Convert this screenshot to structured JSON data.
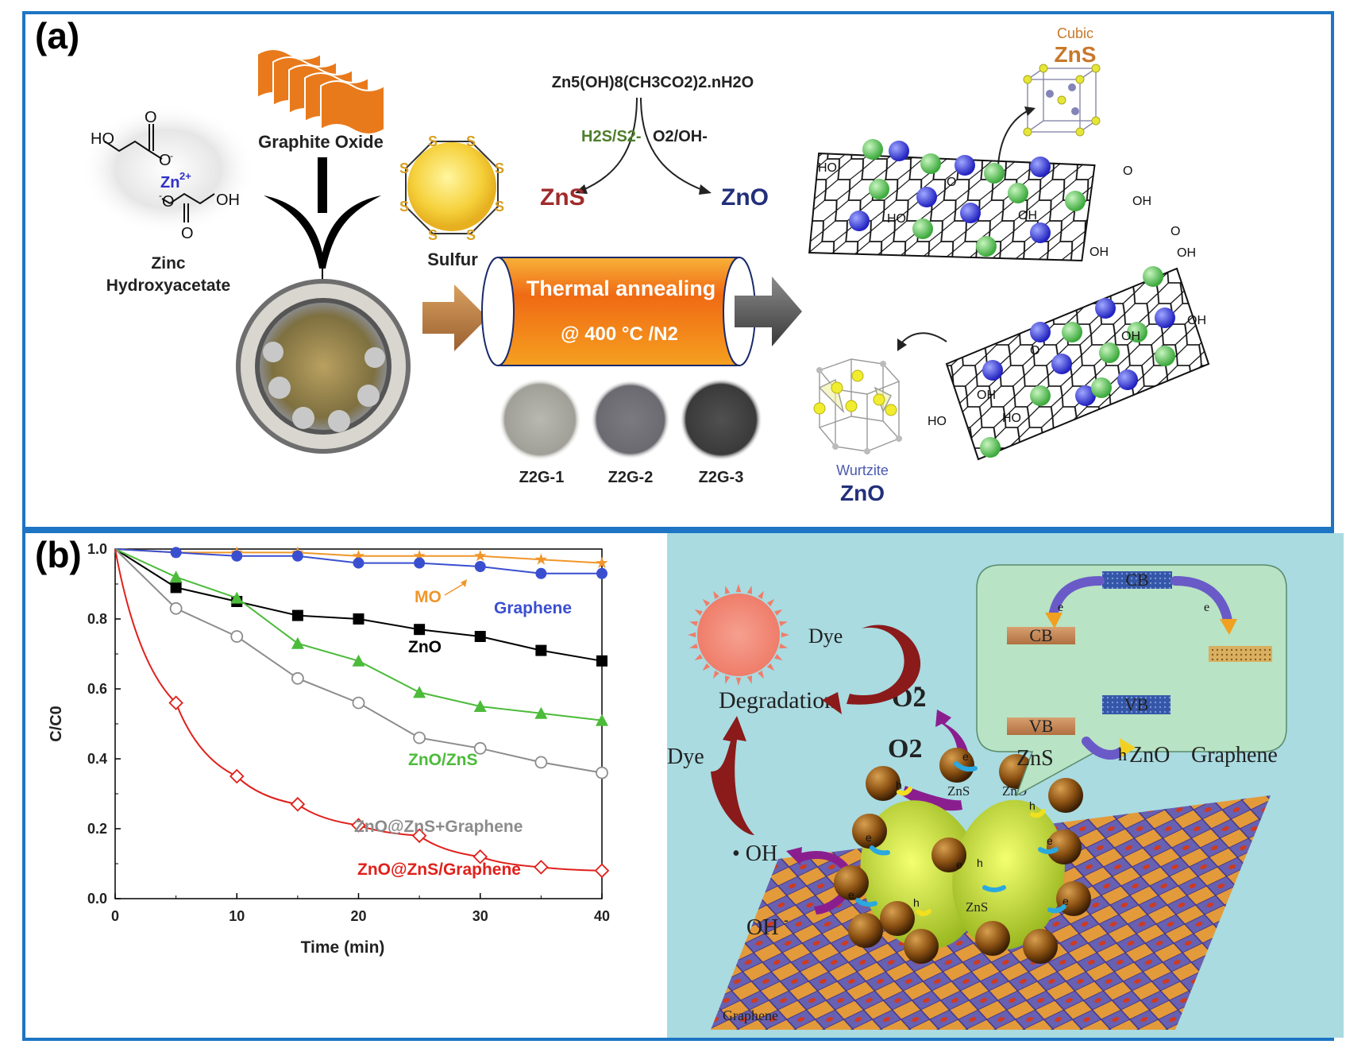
{
  "panel_a": {
    "label": "(a)",
    "graphite_oxide": "Graphite Oxide",
    "zinc_label_1": "Zinc",
    "zinc_label_2": "Hydroxyacetate",
    "zn_ion": "Zn",
    "zn_charge": "2+",
    "ho_top": "HO",
    "oh_bottom": "OH",
    "o_minus_top": "O",
    "o_minus_bottom": "O",
    "o_carbonyl": "O",
    "sulfur": "Sulfur",
    "sulfur_atom": "S",
    "precursor": "Zn5(OH)8(CH3CO2)2.nH2O",
    "h2s": "H2S/S2-",
    "o2oh": "O2/OH-",
    "zns_product": "ZnS",
    "zno_product": "ZnO",
    "thermal_1": "Thermal annealing",
    "thermal_2": "@ 400 °C /N2",
    "samples": [
      "Z2G-1",
      "Z2G-2",
      "Z2G-3"
    ],
    "cubic": "Cubic",
    "cubic_zns": "ZnS",
    "wurtzite": "Wurtzite",
    "wurtzite_zno": "ZnO",
    "graphene_groups": [
      "HO",
      "O",
      "OH",
      "HO",
      "OH",
      "OH",
      "O",
      "OH",
      "O",
      "OH",
      "OH",
      "OH",
      "HO",
      "HO",
      "O"
    ]
  },
  "panel_b": {
    "label": "(b)",
    "dye_top": "Dye",
    "degradation": "Degradation",
    "o2_radical": "O2",
    "o2": "O2",
    "dye_left": "Dye",
    "oh_radical": "• OH",
    "oh_minus": "OH",
    "graphene": "Graphene",
    "cb_top": "CB",
    "cb_left": "CB",
    "vb_left": "VB",
    "vb_middle": "VB",
    "e_minus": "e",
    "h_plus": "h",
    "zns_band": "ZnS",
    "zno_band": "ZnO",
    "graphene_band": "Graphene",
    "particle_labels": [
      "ZnS",
      "ZnO",
      "ZnS"
    ],
    "colors": {
      "background": "#a9dbe1",
      "inset": "#b8e3c4",
      "cb": "#c99060",
      "vb": "#3456a8",
      "arrow": "#8b1a1a",
      "purple": "#8b1e8f"
    }
  },
  "chart_data": {
    "type": "line",
    "xlabel": "Time (min)",
    "ylabel": "C/C0",
    "xlim": [
      0,
      40
    ],
    "ylim": [
      0.0,
      1.0
    ],
    "xticks": [
      0,
      10,
      20,
      30,
      40
    ],
    "yticks": [
      0.0,
      0.2,
      0.4,
      0.6,
      0.8,
      1.0
    ],
    "x": [
      0,
      5,
      10,
      15,
      20,
      25,
      30,
      35,
      40
    ],
    "series": [
      {
        "name": "MO",
        "color": "#f0962a",
        "marker": "star",
        "values": [
          1.0,
          0.99,
          0.99,
          0.99,
          0.98,
          0.98,
          0.98,
          0.97,
          0.96
        ]
      },
      {
        "name": "Graphene",
        "color": "#3a4fd0",
        "marker": "circle-filled",
        "values": [
          1.0,
          0.99,
          0.98,
          0.98,
          0.96,
          0.96,
          0.95,
          0.93,
          0.93
        ]
      },
      {
        "name": "ZnO",
        "color": "#000000",
        "marker": "square",
        "values": [
          1.0,
          0.89,
          0.85,
          0.81,
          0.8,
          0.77,
          0.75,
          0.71,
          0.68
        ]
      },
      {
        "name": "ZnO/ZnS",
        "color": "#4cbb3a",
        "marker": "triangle",
        "values": [
          1.0,
          0.92,
          0.86,
          0.73,
          0.68,
          0.59,
          0.55,
          0.53,
          0.51
        ]
      },
      {
        "name": "ZnO@ZnS+Graphene",
        "color": "#8c8c8c",
        "marker": "circle-open",
        "values": [
          1.0,
          0.83,
          0.75,
          0.63,
          0.56,
          0.46,
          0.43,
          0.39,
          0.36
        ]
      },
      {
        "name": "ZnO@ZnS/Graphene",
        "color": "#e0201b",
        "marker": "diamond-open",
        "values": [
          1.0,
          0.56,
          0.35,
          0.27,
          0.21,
          0.18,
          0.12,
          0.09,
          0.08
        ]
      }
    ]
  }
}
